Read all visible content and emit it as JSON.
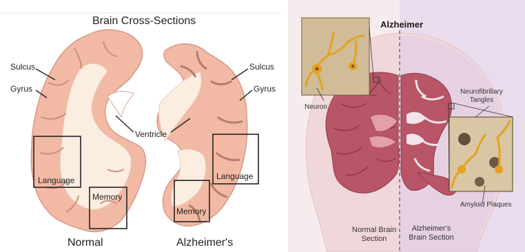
{
  "left_figure": {
    "title": "Brain Cross-Sections",
    "labels": {
      "sulcus_left": "Sulcus",
      "gyrus_left": "Gyrus",
      "sulcus_right": "Sulcus",
      "gyrus_right": "Gyrus",
      "ventricle": "Ventricle",
      "language_left": "Language",
      "language_right": "Language",
      "memory_left": "Memory",
      "memory_right": "Memory"
    },
    "captions": {
      "normal": "Normal",
      "alzheimers": "Alzheimer's"
    },
    "colors": {
      "cortex": "#f2b9a4",
      "white_matter": "#fbeee0",
      "outline": "#c98f80"
    }
  },
  "right_figure": {
    "title": "Alzheimer",
    "labels": {
      "neuron": "Neuron",
      "tangles": "Neurofibrillary Tangles",
      "plaques": "Amyloid Plaques"
    },
    "sections": {
      "normal": "Normal Brain Section",
      "alzheimers": "Alzheimer's Brain Section"
    },
    "colors": {
      "brain": "#b85566",
      "head": "#f1d8da",
      "purple_bg": "#e6d6ea",
      "neuron": "#e4a21e"
    }
  }
}
